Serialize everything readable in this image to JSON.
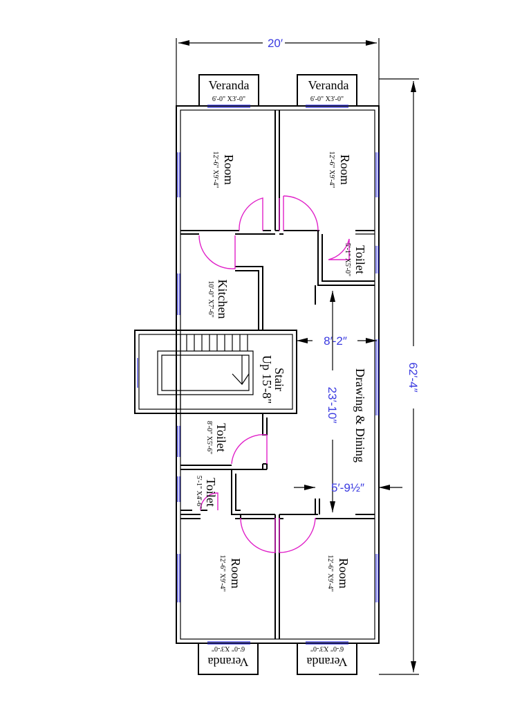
{
  "dimensions": {
    "overall_width": "20′",
    "overall_length": "62′-4″",
    "corridor_width": "8′-2″",
    "drawing_length": "23′-10″",
    "drawing_width": "5′-9½″"
  },
  "rooms": {
    "veranda_top_left": {
      "name": "Veranda",
      "size": "6'-0\" X3'-0\""
    },
    "veranda_top_right": {
      "name": "Veranda",
      "size": "6'-0\" X3'-0\""
    },
    "room_top_left": {
      "name": "Room",
      "size": "12'-6\" X9'-4\""
    },
    "room_top_right": {
      "name": "Room",
      "size": "12'-6\" X9'-4\""
    },
    "toilet_top_right": {
      "name": "Toilet",
      "size": "5'-1\" X5'-0\""
    },
    "kitchen": {
      "name": "Kitchen",
      "size": "10'-0\" X7'-6\""
    },
    "stair": {
      "name": "Stair",
      "size": "Up 15'-8\""
    },
    "drawing_dining": {
      "name": "Drawing & Dining"
    },
    "toilet_middle": {
      "name": "Toilet",
      "size": "8'-0\" X5'-6\""
    },
    "toilet_small": {
      "name": "Toilet",
      "size": "5'-1\" X4'-6\""
    },
    "room_bottom_left": {
      "name": "Room",
      "size": "12'-6\" X9'-4\""
    },
    "room_bottom_right": {
      "name": "Room",
      "size": "12'-6\" X9'-4\""
    },
    "veranda_bottom_left": {
      "name": "Veranda",
      "size": "6'-0\" X3'-0\""
    },
    "veranda_bottom_right": {
      "name": "Veranda",
      "size": "6'-0\" X3'-0\""
    }
  },
  "colors": {
    "walls": "#000000",
    "windows": "#2a2ad8",
    "doors": "#e020c8",
    "dimension_text": "#3a3ae0"
  }
}
